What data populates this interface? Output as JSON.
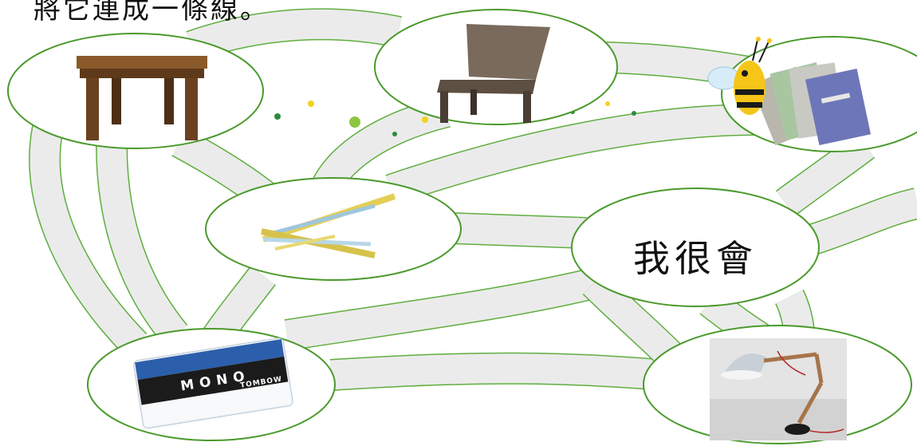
{
  "instruction": "將它連成一條線。",
  "nodes": [
    {
      "icon": "table-icon"
    },
    {
      "icon": "chair-icon"
    },
    {
      "icon": "books-icon"
    },
    {
      "icon": "pencils-icon"
    },
    {
      "text": "我很會"
    },
    {
      "icon": "eraser-icon"
    },
    {
      "icon": "desk-lamp-icon"
    }
  ],
  "eraser": {
    "brand_text": "MONO",
    "maker_text": "TOMBOW"
  },
  "colors": {
    "path_fill": "#ebebeb",
    "path_outline": "#5fae3e",
    "node_fill": "#ffffff",
    "node_outline": "#4a9a2c"
  }
}
